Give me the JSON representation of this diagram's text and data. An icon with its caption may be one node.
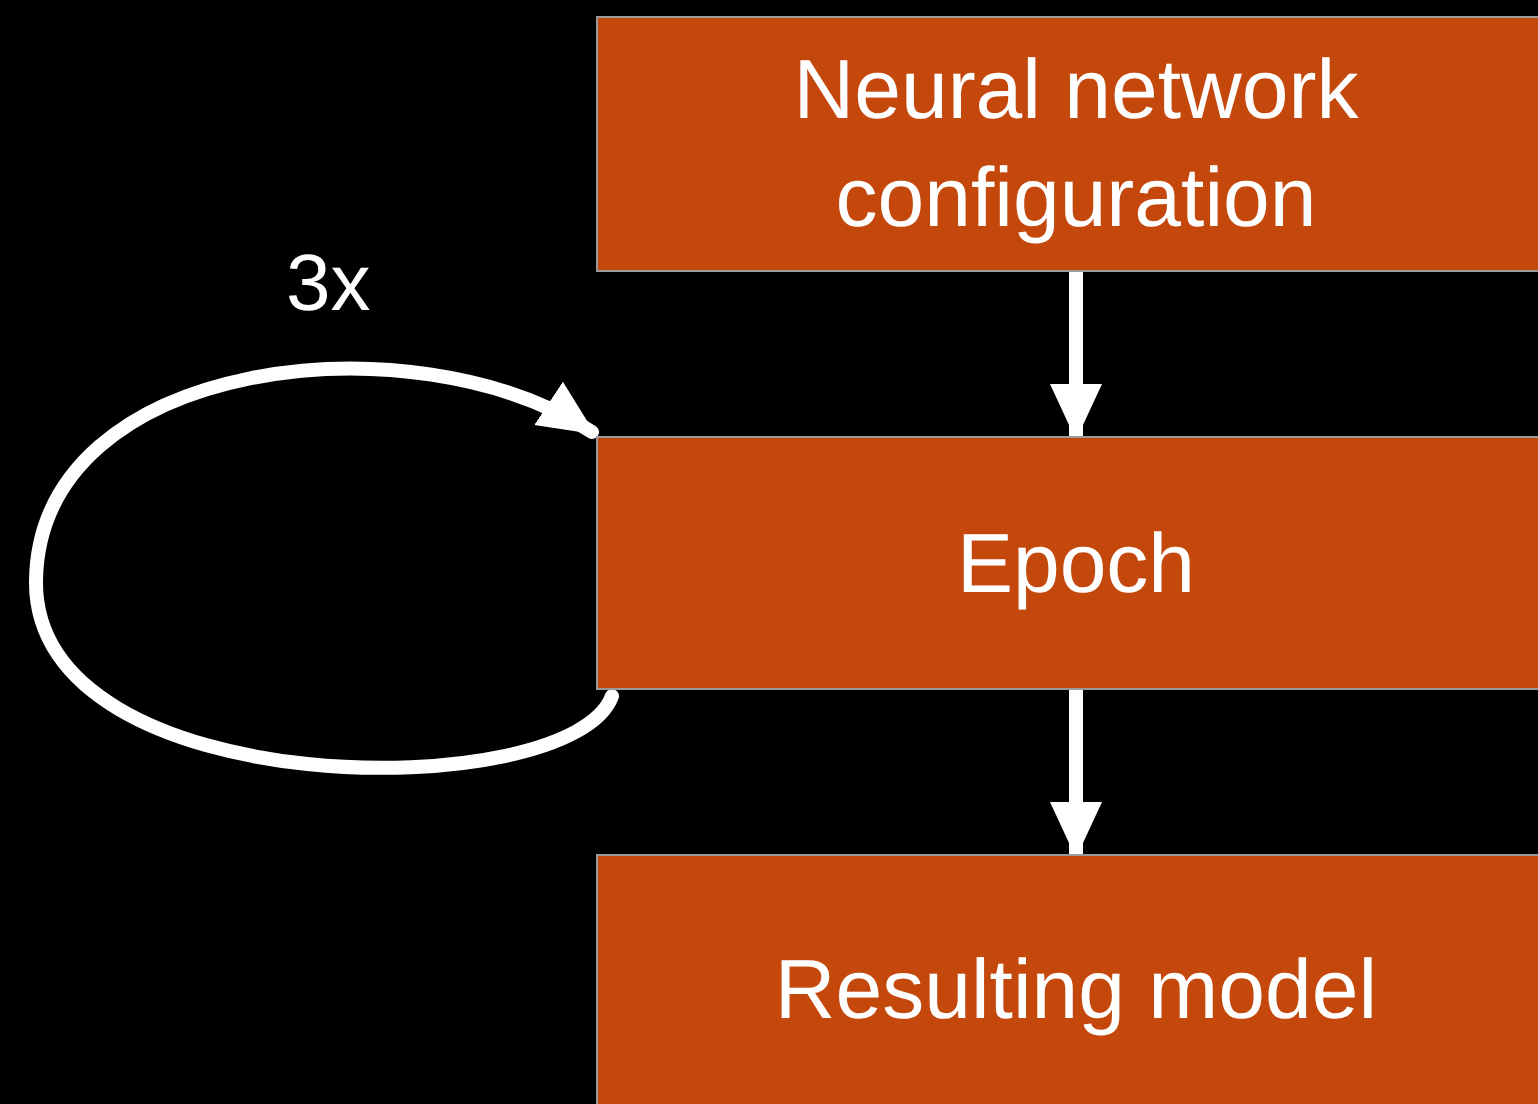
{
  "diagram": {
    "nodes": [
      {
        "text": [
          "Neural network configuration"
        ]
      },
      {
        "text": [
          "Epoch"
        ]
      },
      {
        "text": [
          "Resulting model"
        ]
      }
    ],
    "edges": [
      {
        "from": 0,
        "to": 1,
        "arrow": "to"
      },
      {
        "from": 1,
        "to": 2,
        "arrow": "to"
      },
      {
        "from": 1,
        "to": 1,
        "arrow": "to",
        "label": "3x"
      }
    ]
  }
}
